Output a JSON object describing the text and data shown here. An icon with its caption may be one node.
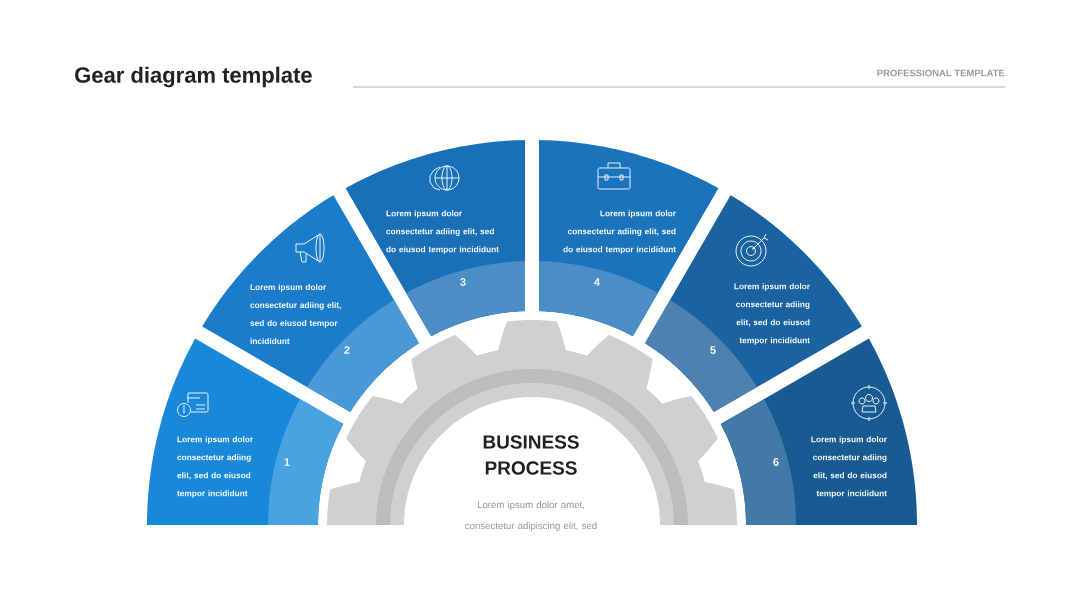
{
  "diagram": {
    "title": "Gear diagram template",
    "nodes": [
      {
        "text": [
          "Lorem ipsum dolor consectetur adiing elit, sed do eiusod tempor incididunt",
          "1"
        ]
      },
      {
        "text": [
          "Lorem ipsum dolor consectetur adiing elit, sed do eiusod tempor incididunt",
          "2"
        ]
      },
      {
        "text": [
          "Lorem ipsum dolor consectetur adiing elit, sed do eiusod tempor incididunt",
          "3"
        ]
      },
      {
        "text": [
          "Lorem ipsum dolor consectetur adiing elit, sed do eiusod tempor incididunt",
          "4"
        ]
      },
      {
        "text": [
          "Lorem ipsum dolor consectetur adiing elit, sed do eiusod tempor incididunt",
          "5"
        ]
      },
      {
        "text": [
          "6",
          "Lorem ipsum dolor consectetur adiing elit, sed do eiusod tempor incididunt"
        ]
      },
      {
        "text": [
          "BUSINESS PROCESS",
          "Lorem ipsum dolor amet, consectetur adipiscing elit, sed"
        ]
      }
    ],
    "labels": [
      "PROFESSIONAL TEMPLATE"
    ]
  }
}
